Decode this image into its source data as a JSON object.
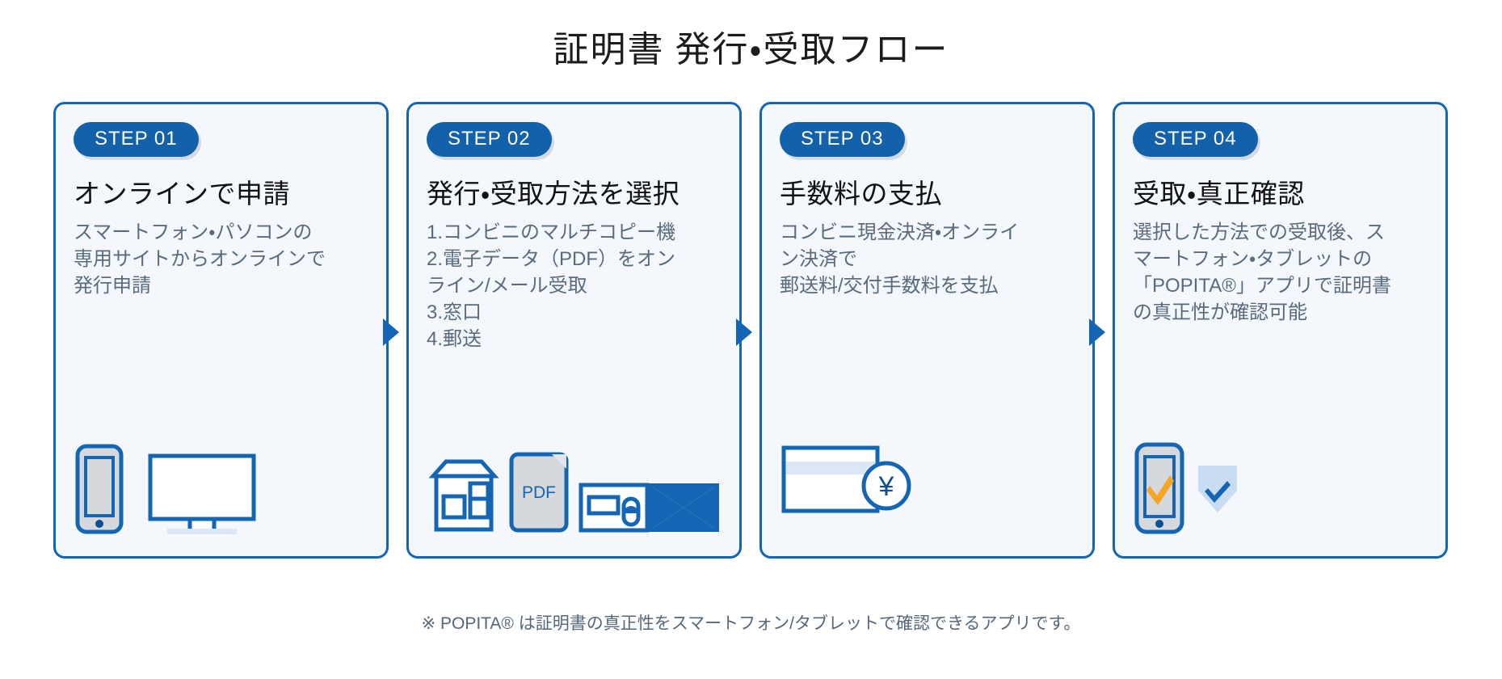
{
  "page": {
    "title": "証明書 発行・受取フロー",
    "footnote": "※ POPITA® は証明書の真正性をスマートフォン/タブレットで確認できるアプリです。",
    "colors": {
      "accent_blue": "#1565b5",
      "badge_blue": "#1461ab",
      "card_background": "#f4f8fc",
      "body_text": "#5a6b7d",
      "title_text": "#111111",
      "icon_fill_gray": "#d5d8dc",
      "icon_check_orange": "#f5a623",
      "shield_light_blue": "#c9ddf2"
    }
  },
  "steps": [
    {
      "badge": "STEP 01",
      "title": "オンラインで申請",
      "body": "スマートフォン・パソコンの\n専用サイトからオンラインで\n発行申請",
      "icons": [
        "smartphone-icon",
        "desktop-monitor-icon"
      ]
    },
    {
      "badge": "STEP 02",
      "title": "発行・受取方法を選択",
      "body": "1.コンビニのマルチコピー機\n2.電子データ（PDF）をオン\nライン/メール受取\n3.窓口\n4.郵送",
      "icons": [
        "convenience-store-icon",
        "pdf-document-icon",
        "service-counter-icon",
        "mail-envelope-icon"
      ],
      "pdf_label": "PDF"
    },
    {
      "badge": "STEP 03",
      "title": "手数料の支払",
      "body": "コンビニ現金決済・オンライ\nン決済で\n郵送料/交付手数料を支払",
      "icons": [
        "payment-card-icon",
        "yen-coin-icon"
      ],
      "yen_symbol": "¥"
    },
    {
      "badge": "STEP 04",
      "title": "受取・真正確認",
      "body": "選択した方法での受取後、ス\nマートフォン・タブレットの\n「POPITA®」アプリで証明書\nの真正性が確認可能",
      "icons": [
        "smartphone-check-icon",
        "shield-check-icon"
      ]
    }
  ]
}
